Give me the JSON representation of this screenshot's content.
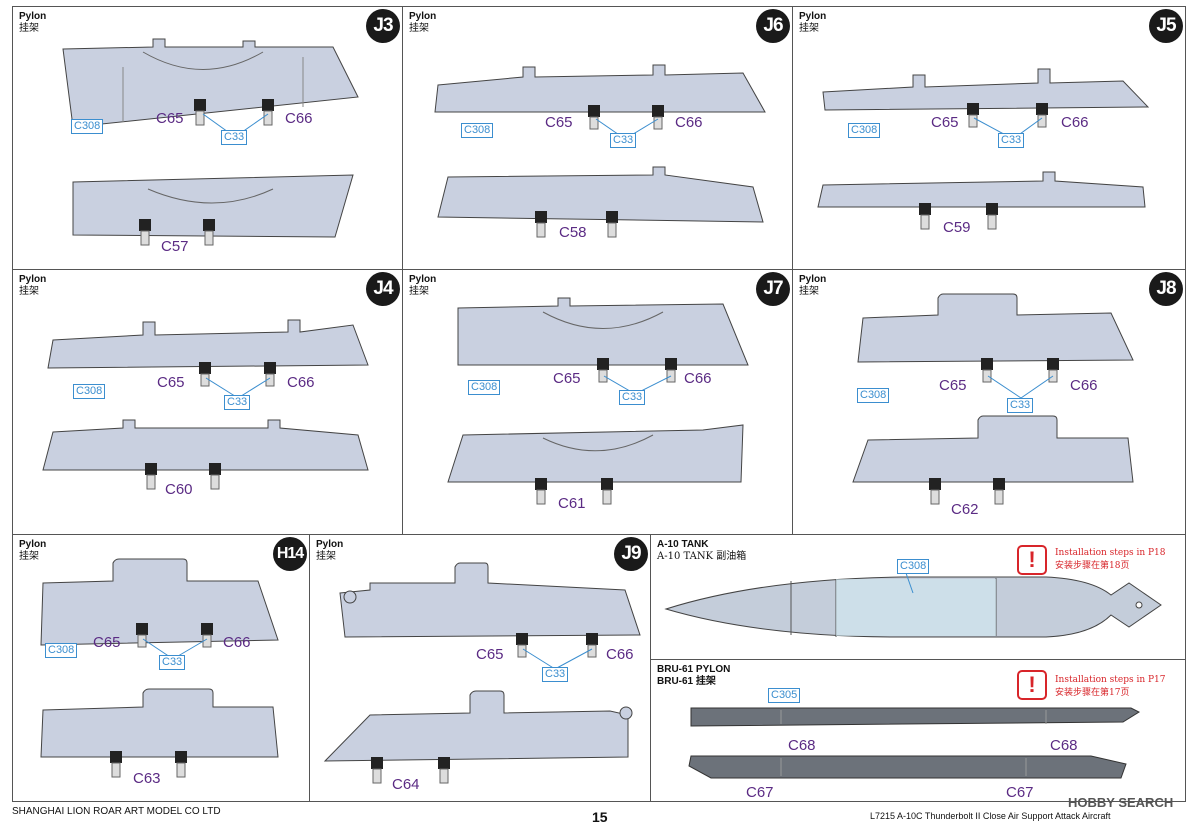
{
  "panels": [
    {
      "id": "J3",
      "title": "Pylon",
      "subtitle": "挂架",
      "badge": "J3",
      "c308": "C308",
      "left_part": "C65",
      "right_part": "C66",
      "pin_part": "C33",
      "bottom_part": "C57"
    },
    {
      "id": "J6",
      "title": "Pylon",
      "subtitle": "挂架",
      "badge": "J6",
      "c308": "C308",
      "left_part": "C65",
      "right_part": "C66",
      "pin_part": "C33",
      "bottom_part": "C58"
    },
    {
      "id": "J5",
      "title": "Pylon",
      "subtitle": "挂架",
      "badge": "J5",
      "c308": "C308",
      "left_part": "C65",
      "right_part": "C66",
      "pin_part": "C33",
      "bottom_part": "C59"
    },
    {
      "id": "J4",
      "title": "Pylon",
      "subtitle": "挂架",
      "badge": "J4",
      "c308": "C308",
      "left_part": "C65",
      "right_part": "C66",
      "pin_part": "C33",
      "bottom_part": "C60"
    },
    {
      "id": "J7",
      "title": "Pylon",
      "subtitle": "挂架",
      "badge": "J7",
      "c308": "C308",
      "left_part": "C65",
      "right_part": "C66",
      "pin_part": "C33",
      "bottom_part": "C61"
    },
    {
      "id": "J8",
      "title": "Pylon",
      "subtitle": "挂架",
      "badge": "J8",
      "c308": "C308",
      "left_part": "C65",
      "right_part": "C66",
      "pin_part": "C33",
      "bottom_part": "C62"
    },
    {
      "id": "H14",
      "title": "Pylon",
      "subtitle": "挂架",
      "badge": "H14",
      "c308": "C308",
      "left_part": "C65",
      "right_part": "C66",
      "pin_part": "C33",
      "bottom_part": "C63"
    },
    {
      "id": "J9",
      "title": "Pylon",
      "subtitle": "挂架",
      "badge": "J9",
      "c308": "",
      "left_part": "C65",
      "right_part": "C66",
      "pin_part": "C33",
      "bottom_part": "C64"
    }
  ],
  "tank": {
    "title": "A-10 TANK",
    "subtitle": "A-10 TANK 副油箱",
    "part": "C308",
    "warn_mark": "!",
    "warn_line1": "Installation steps in P18",
    "warn_line2": "安装步骤在第18页"
  },
  "bru": {
    "title": "BRU-61 PYLON",
    "subtitle": "BRU-61 挂架",
    "part": "C305",
    "top_left": "C68",
    "top_right": "C68",
    "bottom_left": "C67",
    "bottom_right": "C67",
    "warn_mark": "!",
    "warn_line1": "Installation steps in P17",
    "warn_line2": "安装步骤在第17页"
  },
  "footer": {
    "company": "SHANGHAI LION ROAR ART MODEL CO LTD",
    "page_number": "15",
    "product": "L7215 A-10C Thunderbolt II Close Air Support Attack Aircraft",
    "watermark": "HOBBY SEARCH"
  },
  "colors": {
    "pylon_fill": "#c9d0e0",
    "part_purple": "#5b2b84",
    "box_blue": "#3b8ecf",
    "warning_red": "#d8252a",
    "bru_fill": "#6c727a"
  }
}
